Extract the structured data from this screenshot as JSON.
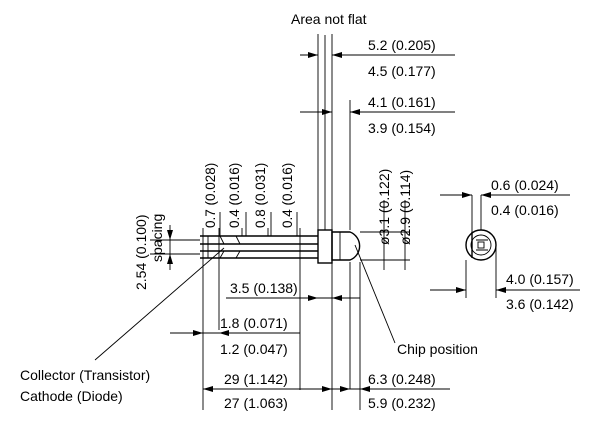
{
  "labels": {
    "area_not_flat": "Area not flat",
    "chip_position": "Chip position",
    "collector": "Collector (Transistor)",
    "cathode": "Cathode (Diode)",
    "spacing_value": "2.54 (0.100)",
    "spacing_word": "spacing"
  },
  "dimensions": {
    "lead_end_max": "5.2 (0.205)",
    "lead_end_min": "4.5 (0.177)",
    "lens_len_max": "4.1 (0.161)",
    "lens_len_min": "3.9 (0.154)",
    "lens_dia_max": "ø3.1 (0.122)",
    "lens_dia_min": "ø2.9 (0.114)",
    "lead_w1": "0.7 (0.028)",
    "lead_t1": "0.4 (0.016)",
    "lead_w2": "0.8 (0.031)",
    "lead_t2": "0.4 (0.016)",
    "lead_bend": "3.5 (0.138)",
    "flat_len_max": "1.8 (0.071)",
    "flat_len_min": "1.2 (0.047)",
    "lead_len_max": "29 (1.142)",
    "lead_len_min": "27 (1.063)",
    "body_len_max": "6.3 (0.248)",
    "body_len_min": "5.9 (0.232)",
    "side_flat_max": "0.6 (0.024)",
    "side_flat_min": "0.4 (0.016)",
    "side_dia_max": "4.0 (0.157)",
    "side_dia_min": "3.6 (0.142)"
  }
}
